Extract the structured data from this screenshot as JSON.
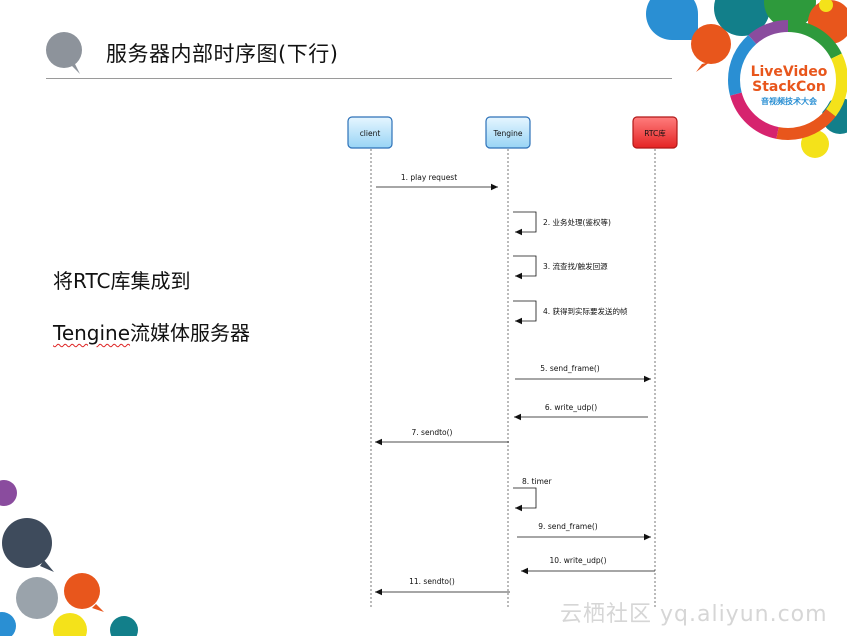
{
  "slide": {
    "title": "服务器内部时序图(下行)",
    "body_line1": "将RTC库集成到",
    "body_line2_underlined": "Tengine",
    "body_line2_rest": "流媒体服务器"
  },
  "diagram": {
    "participants": [
      {
        "name": "client",
        "color": "#bde6fb"
      },
      {
        "name": "Tengine",
        "color": "#bde6fb"
      },
      {
        "name": "RTC库",
        "color": "#f03a3a"
      }
    ],
    "messages": [
      {
        "label": "1. play request"
      },
      {
        "label": "2. 业务处理(鉴权等)"
      },
      {
        "label": "3. 流查找/触发回源"
      },
      {
        "label": "4. 获得到实际要发送的帧"
      },
      {
        "label": "5. send_frame()"
      },
      {
        "label": "6. write_udp()"
      },
      {
        "label": "7. sendto()"
      },
      {
        "label": "8. timer"
      },
      {
        "label": "9. send_frame()"
      },
      {
        "label": "10. write_udp()"
      },
      {
        "label": "11. sendto()"
      }
    ]
  },
  "logo": {
    "line1": "LiveVideo",
    "line2": "StackCon",
    "line3": "音视频技术大会"
  },
  "watermark": "云栖社区 yq.aliyun.com",
  "colors": {
    "orange": "#e8561c",
    "blue": "#2a8fd3",
    "teal": "#127f8a",
    "yellow": "#f4e21a",
    "gray": "#9aa3ab",
    "purple": "#8a4c9e",
    "dark": "#3e4b5c"
  }
}
